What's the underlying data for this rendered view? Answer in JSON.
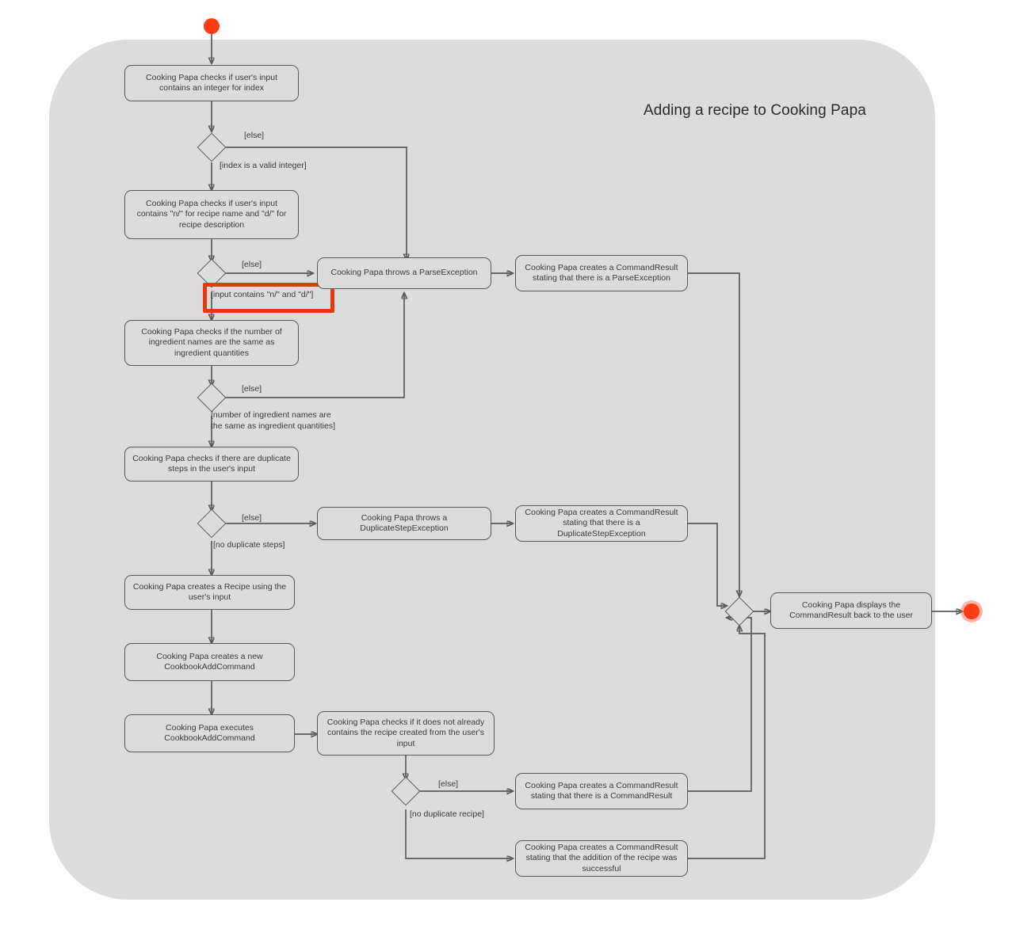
{
  "diagram": {
    "title": "Adding a recipe to Cooking Papa",
    "type": "uml-activity-diagram",
    "colors": {
      "swimlane_background": "#dcdcdc",
      "node_border": "#5a5a5a",
      "node_text": "#3a3a3a",
      "start_end_node": "#ff3c14",
      "highlight": "#e8380d",
      "page_background": "#ffffff"
    },
    "start_node_label": "start",
    "end_node_label": "end"
  },
  "activities": {
    "check_index": "Cooking Papa checks if user's input contains an integer for index",
    "check_name_desc": "Cooking Papa checks if user's input contains \"n/\" for recipe name and \"d/\" for recipe description",
    "check_ingredients": "Cooking Papa checks if the number of ingredient names are the same as ingredient quantities",
    "check_duplicate_steps": "Cooking Papa checks if there are duplicate steps in the user's input",
    "create_recipe": "Cooking Papa creates a Recipe using the user's input",
    "create_command": "Cooking Papa creates a new CookbookAddCommand",
    "execute_command": "Cooking Papa executes CookbookAddCommand",
    "check_duplicate_recipe": "Cooking Papa checks if it does not already contains the recipe created from the user's input",
    "throw_parse_exception": "Cooking Papa throws a ParseException",
    "throw_duplicate_step_exception": "Cooking Papa throws a DuplicateStepException",
    "result_parse_exception": "Cooking Papa creates a CommandResult stating that there is a ParseException",
    "result_duplicate_step_exception": "Cooking Papa creates a CommandResult stating that there is a DuplicateStepException",
    "result_command_result": "Cooking Papa creates a CommandResult stating that there is a CommandResult",
    "result_success": "Cooking Papa creates a CommandResult stating that the addition of the recipe was successful",
    "display_result": "Cooking Papa displays the CommandResult back to the user"
  },
  "guards": {
    "else_1": "[else]",
    "index_valid": "[index is a valid integer]",
    "else_2": "[else]",
    "input_contains": "[input contains \"n/\" and \"d/\"]",
    "else_3": "[else]",
    "ingredients_match": "[number of ingredient names are\nthe same as ingredient quantities]",
    "else_4": "[else]",
    "no_duplicate_steps": "[no duplicate steps]",
    "else_5": "[else]",
    "no_duplicate_recipe": "[no duplicate recipe]"
  }
}
